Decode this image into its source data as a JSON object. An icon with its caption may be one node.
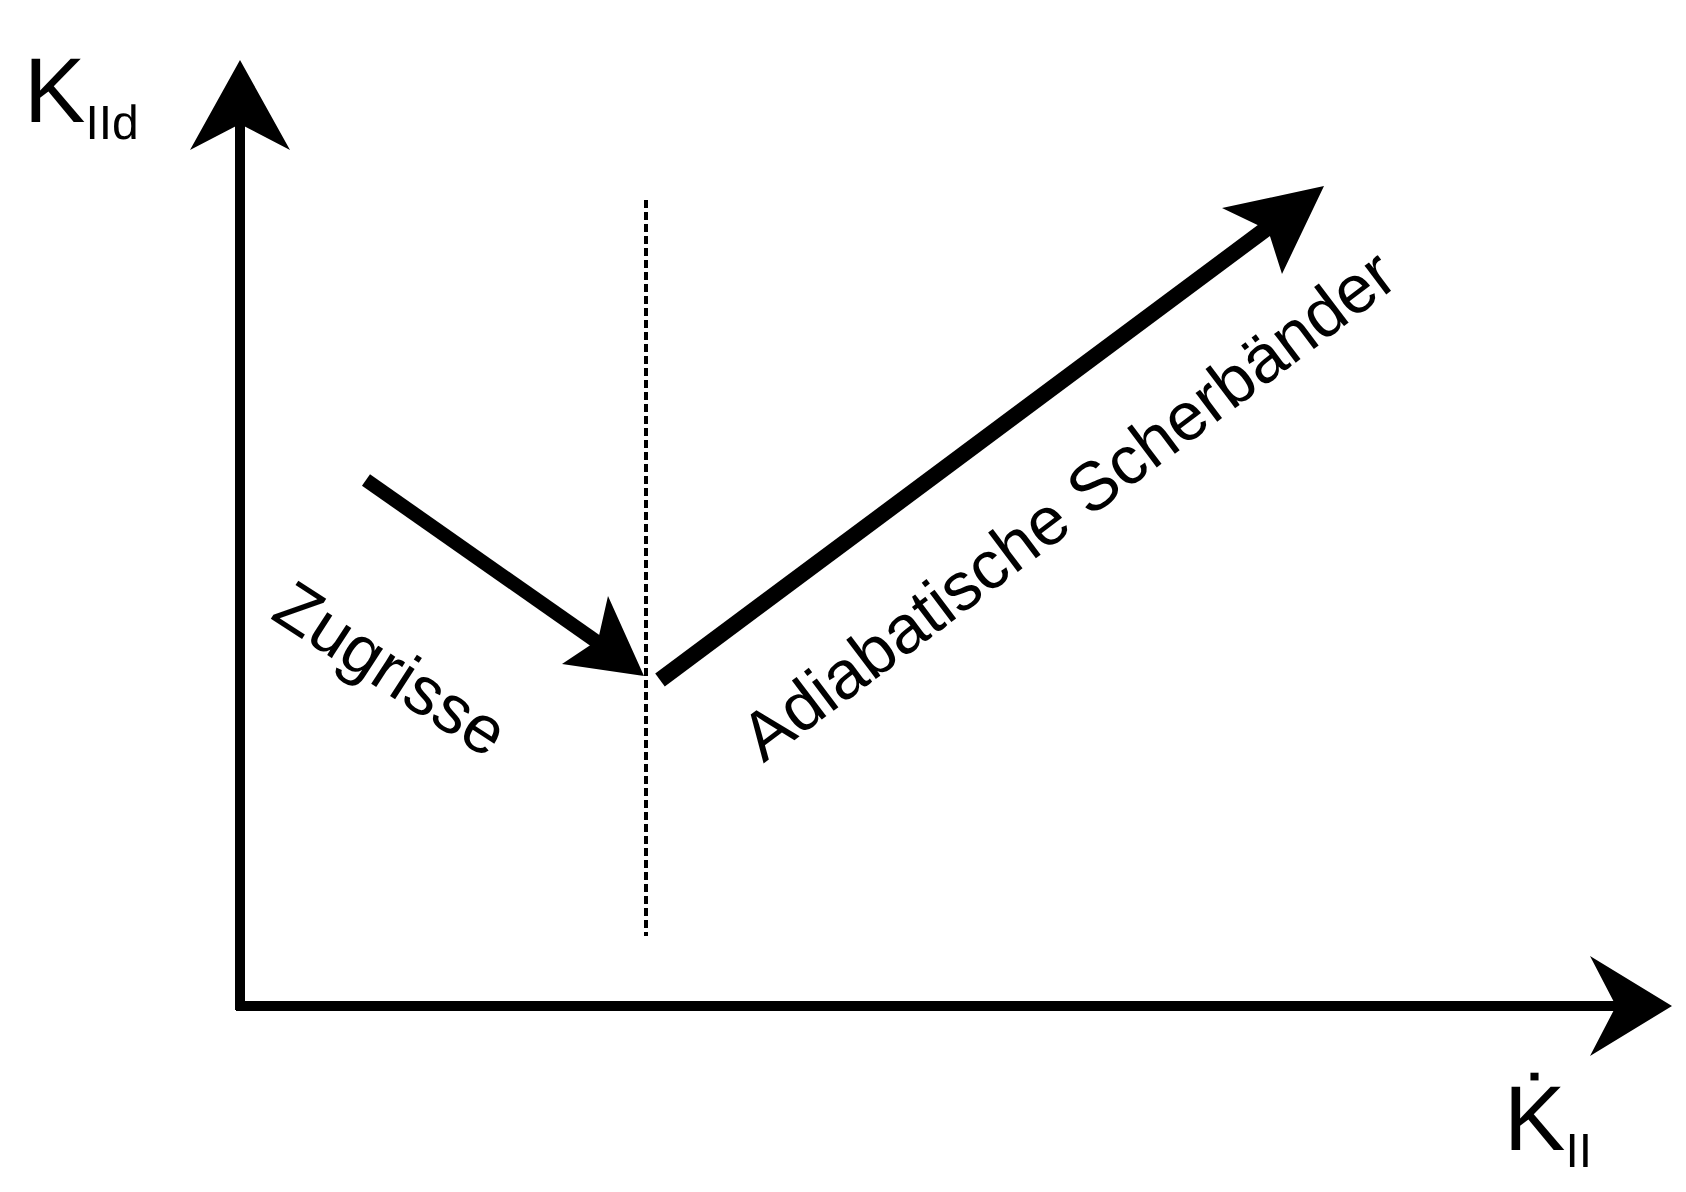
{
  "diagram": {
    "labels": [
      "K$_{IId}$",
      "Zugrisse",
      "Adiabatische Scherbänder",
      "K̇$_{II}$"
    ]
  }
}
